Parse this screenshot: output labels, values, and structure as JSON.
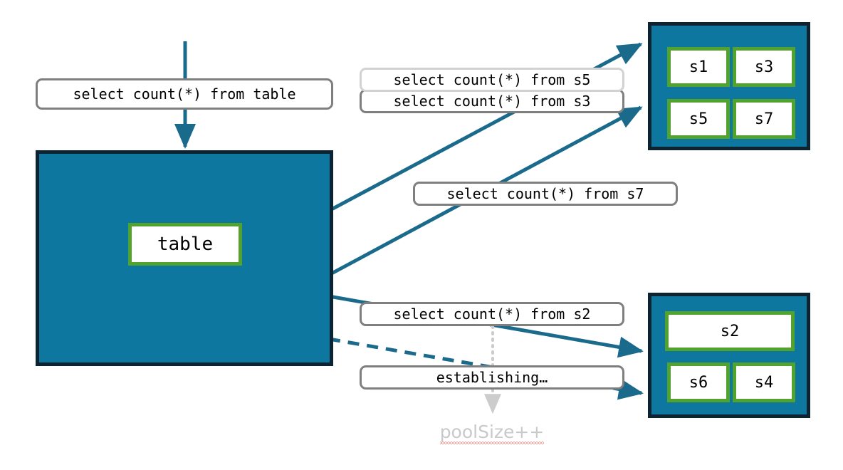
{
  "diagram": {
    "title": "connection-pool-query-routing",
    "colors": {
      "panel_fill": "#0D77A0",
      "panel_border": "#0C2431",
      "node_border": "#51A32D",
      "node_fill": "#FFFFFF",
      "label_border": "#7F7F7F",
      "label_border_faded": "#D2D2D2",
      "arrow": "#1A6A8C",
      "dotted_guide": "#CCCCCC",
      "annotation_text": "#C9C9C9",
      "spellcheck_underline": "#F63B2B"
    }
  },
  "source": {
    "incoming_query": "select count(*) from table",
    "table_node": "table"
  },
  "pool_top": {
    "nodes": [
      {
        "label": "s1"
      },
      {
        "label": "s3"
      },
      {
        "label": "s5"
      },
      {
        "label": "s7"
      }
    ]
  },
  "pool_bottom": {
    "nodes": [
      {
        "label": "s2"
      },
      {
        "label": "s6"
      },
      {
        "label": "s4"
      }
    ]
  },
  "queries": [
    {
      "id": "s5",
      "text": "select count(*) from s5",
      "state": "faded"
    },
    {
      "id": "s3",
      "text": "select count(*) from s3",
      "state": "active"
    },
    {
      "id": "s7",
      "text": "select count(*) from s7",
      "state": "active"
    },
    {
      "id": "s2",
      "text": "select count(*) from s2",
      "state": "active"
    }
  ],
  "status": {
    "establishing": "establishing…",
    "pool_size_annotation": "poolSize++"
  }
}
